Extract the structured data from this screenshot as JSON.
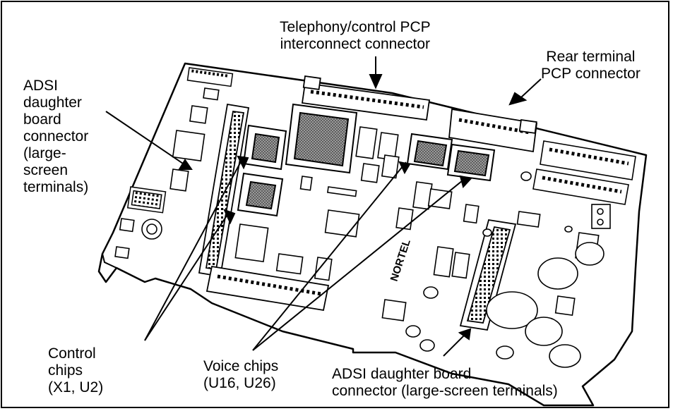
{
  "figure": {
    "labels": {
      "telephony_connector": "Telephony/control PCP\ninterconnect connector",
      "rear_terminal_connector": "Rear terminal\nPCP connector",
      "adsi_connector_left": "ADSI\ndaughter\nboard\nconnector\n(large-\nscreen\nterminals)",
      "control_chips": "Control\nchips\n(X1, U2)",
      "voice_chips": "Voice chips\n(U16, U26)",
      "adsi_connector_bottom": "ADSI daughter board\nconnector (large-screen terminals)"
    },
    "board_marking": "NORTEL",
    "line_color": "#000000",
    "chip_fill_color": "#7a7a7a",
    "board_color": "#ffffff"
  }
}
